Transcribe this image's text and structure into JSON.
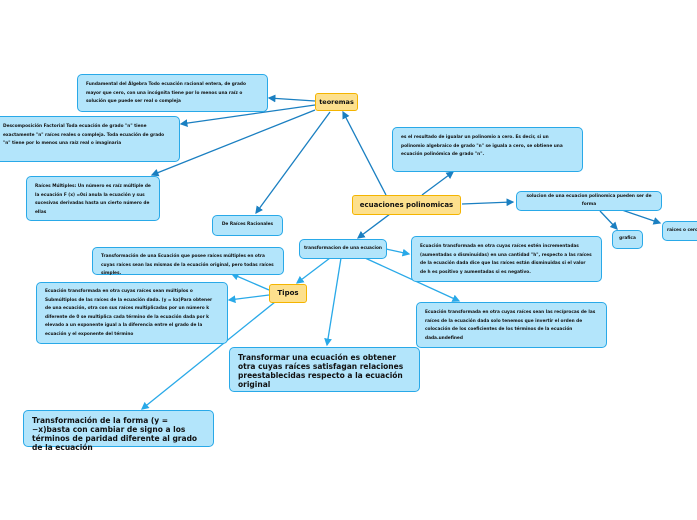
{
  "central": "ecuaciones polinomicas",
  "teoremas": {
    "label": "teoremas",
    "fundamental": "Fundamental del Álgebra Todo ecuación racional entera, de grado mayor que cero, con una incógnita tiene por lo menos una raíz o solución que puede ser real o compleja",
    "descomposicion": "Descomposición Factorial Toda ecuación de grado \"n\" tiene exactamente \"n\" raíces reales o compleja. Toda ecuación de grado \"n\" tiene por lo menos una raíz real o imaginaria",
    "multiples": "Raíces Múltiples: Un número es raíz múltiple de la ecuación F (x) =0si anula la ecuación y sus sucesivas derivadas hasta un cierto número de ellas",
    "racionales": "De Raíces Racionales"
  },
  "definicion": "es el resultado de igualar un polinomio a cero. Es decir, si un polinomio algebraico de grado \"n\" se iguala a cero, se obtiene una ecuación polinómica de grado \"n\".",
  "soluciones": {
    "label": "solucion de una ecuacion polinomica pueden ser de forma",
    "grafica": "grafica",
    "raices": "raices o cero"
  },
  "transformacion": {
    "label": "transformacion de una ecuacion",
    "tipos": "Tipos",
    "simples": "Transformación de una Ecuación que posee raíces múltiples en otra cuyas raíces sean las mismas de la ecuación original, pero todas raíces simples.",
    "multiplos": "Ecuación transformada en otra cuyas raíces sean múltiplos o Submúltiplos de las raíces de la ecuación dada. (y = kx)Para obtener de una ecuación, otra con sus raíces multiplicadas por un número k diferente de 0 se multiplica cada término de la ecuación dada por k elevado a un exponente igual a la diferencia entre el grado de la ecuación y el exponente del término",
    "signo": "Transformación de la forma (y = −x)basta con cambiar de signo a los términos de paridad diferente al grado de la ecuación",
    "definicion": "Transformar una ecuación es obtener otra cuyas raíces satisfagan relaciones preestablecidas respecto a la ecuación original",
    "incrementadas": "Ecuación transformada en otra cuyas raíces estén incrementadas (aumentadas o disminuidas) en una cantidad \"h\", respecto a las raíces de la ecuación dada dice que las raíces están disminuidas si el valor de h es positivo y aumentadas si es negativo.",
    "reciprocas": "Ecuación transformada en otra cuyas raíces sean las recíprocas de las raíces de la ecuación dada solo tenemos que invertir el orden de colocación de los coeficientes de los términos de la ecuación dada.undefined"
  }
}
